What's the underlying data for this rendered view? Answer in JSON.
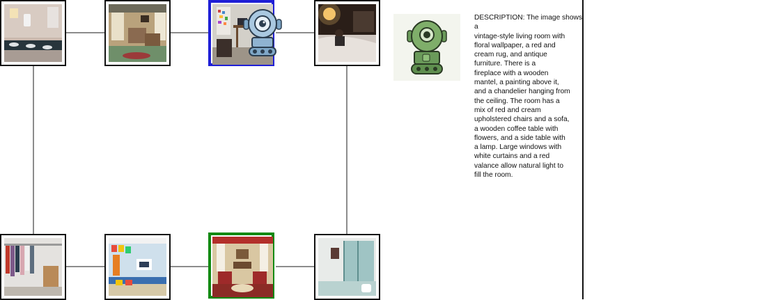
{
  "game": {
    "description": "DESCRIPTION: The image shows a\nvintage-style living room with\nfloral wallpaper, a red and\ncream rug, and antique\nfurniture. There is a\nfireplace with a wooden\nmantel, a painting above it,\nand a chandelier hanging from\nthe ceiling. The room has a\nmix of red and cream\nupholstered chairs and a sofa,\na wooden coffee table with\nflowers, and a side table with\na lamp. Large windows with\nwhite curtains and a red\nvalance allow natural light to\nfill the room."
  },
  "colors": {
    "current_room_border": "#1f1fd6",
    "target_room_border": "#138a13",
    "edge": "#8c8c8c"
  },
  "rooms": [
    {
      "id": "bathroom",
      "icon": "bathroom-thumbnail"
    },
    {
      "id": "living-room-1",
      "icon": "living-room-thumbnail"
    },
    {
      "id": "bedroom-desk",
      "icon": "bedroom-desk-thumbnail",
      "state": "current"
    },
    {
      "id": "bedroom-lamp",
      "icon": "bedroom-lamp-thumbnail"
    },
    {
      "id": "closet",
      "icon": "closet-thumbnail"
    },
    {
      "id": "playroom",
      "icon": "playroom-thumbnail"
    },
    {
      "id": "vintage-living-room",
      "icon": "vintage-living-room-thumbnail",
      "state": "target"
    },
    {
      "id": "shower-room",
      "icon": "shower-room-thumbnail"
    }
  ]
}
